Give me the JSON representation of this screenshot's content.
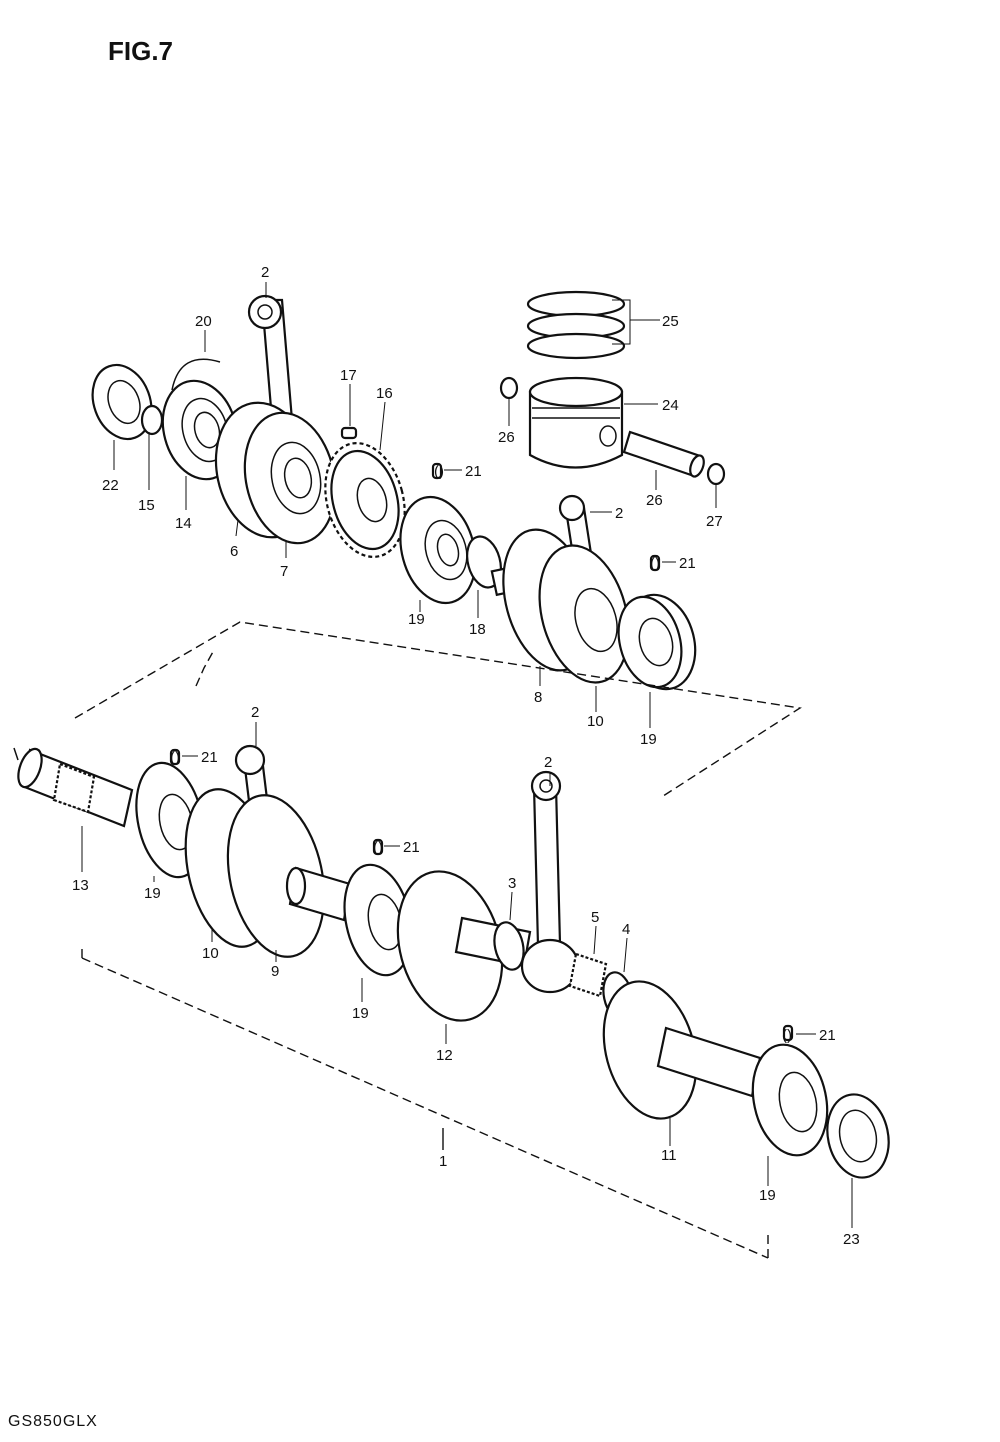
{
  "figure": {
    "title": "FIG.7",
    "model": "GS850GLX"
  },
  "labels": {
    "upper": [
      {
        "id": "upper-2",
        "text": "2"
      },
      {
        "id": "upper-20",
        "text": "20"
      },
      {
        "id": "upper-17",
        "text": "17"
      },
      {
        "id": "upper-16",
        "text": "16"
      },
      {
        "id": "upper-22",
        "text": "22"
      },
      {
        "id": "upper-15",
        "text": "15"
      },
      {
        "id": "upper-14",
        "text": "14"
      },
      {
        "id": "upper-6",
        "text": "6"
      },
      {
        "id": "upper-7",
        "text": "7"
      },
      {
        "id": "upper-25",
        "text": "25"
      },
      {
        "id": "upper-24",
        "text": "24"
      },
      {
        "id": "upper-26a",
        "text": "26"
      },
      {
        "id": "upper-26b",
        "text": "26"
      },
      {
        "id": "upper-27",
        "text": "27"
      },
      {
        "id": "upper-21a",
        "text": "21"
      },
      {
        "id": "upper-2b",
        "text": "2"
      },
      {
        "id": "upper-21b",
        "text": "21"
      },
      {
        "id": "upper-19a",
        "text": "19"
      },
      {
        "id": "upper-18",
        "text": "18"
      },
      {
        "id": "upper-8",
        "text": "8"
      },
      {
        "id": "upper-10",
        "text": "10"
      },
      {
        "id": "upper-19b",
        "text": "19"
      }
    ],
    "lower": [
      {
        "id": "lower-2a",
        "text": "2"
      },
      {
        "id": "lower-21a",
        "text": "21"
      },
      {
        "id": "lower-13",
        "text": "13"
      },
      {
        "id": "lower-19a",
        "text": "19"
      },
      {
        "id": "lower-10",
        "text": "10"
      },
      {
        "id": "lower-9",
        "text": "9"
      },
      {
        "id": "lower-21b",
        "text": "21"
      },
      {
        "id": "lower-2b",
        "text": "2"
      },
      {
        "id": "lower-3",
        "text": "3"
      },
      {
        "id": "lower-5",
        "text": "5"
      },
      {
        "id": "lower-4",
        "text": "4"
      },
      {
        "id": "lower-19b",
        "text": "19"
      },
      {
        "id": "lower-12",
        "text": "12"
      },
      {
        "id": "lower-21c",
        "text": "21"
      },
      {
        "id": "lower-11",
        "text": "11"
      },
      {
        "id": "lower-19c",
        "text": "19"
      },
      {
        "id": "lower-23",
        "text": "23"
      },
      {
        "id": "lower-1",
        "text": "1"
      }
    ]
  }
}
